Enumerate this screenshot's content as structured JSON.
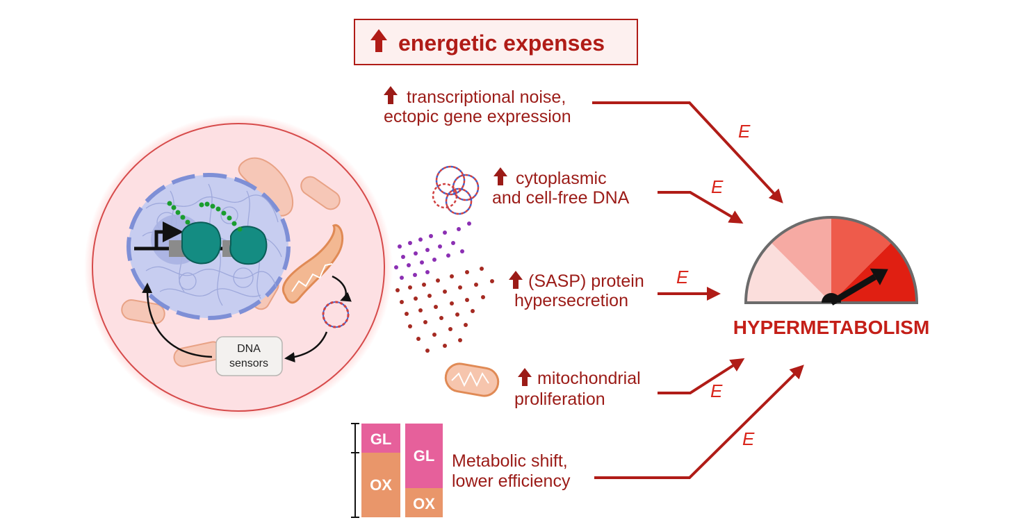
{
  "header": {
    "title": "energetic expenses"
  },
  "effects": [
    {
      "line1": "transcriptional noise,",
      "line2": "ectopic gene expression"
    },
    {
      "line1": "cytoplasmic",
      "line2": "and cell-free DNA"
    },
    {
      "line1": "(SASP) protein",
      "line2": "hypersecretion"
    },
    {
      "line1": "mitochondrial",
      "line2": "proliferation"
    }
  ],
  "metabolic": {
    "line1": "Metabolic shift,",
    "line2": "lower efficiency",
    "gl": "GL",
    "ox": "OX"
  },
  "energy_label": "E",
  "cell": {
    "sensor_line1": "DNA",
    "sensor_line2": "sensors"
  },
  "gauge": {
    "label": "HYPERMETABOLISM",
    "level": 0.83,
    "segment_colors": [
      "#fbdedc",
      "#f6aaa3",
      "#ee5b4b",
      "#e01f12"
    ]
  }
}
